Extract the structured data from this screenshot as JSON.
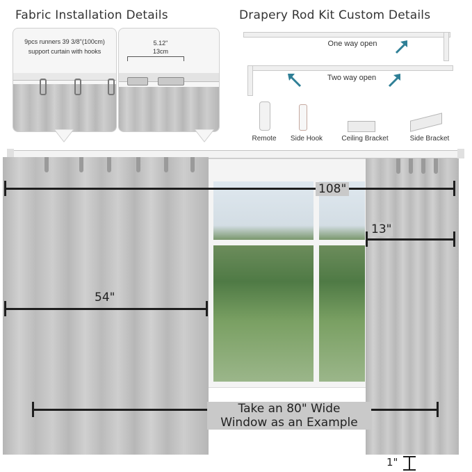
{
  "headers": {
    "left": "Fabric Installation Details",
    "right": "Drapery Rod Kit Custom Details"
  },
  "fabric_panel": {
    "runners_note": "9pcs runners 39 3/8\"(100cm)\nsupport curtain with hooks",
    "spacing_in": "5.12\"",
    "spacing_cm": "13cm"
  },
  "rod_kit": {
    "one_way": "One way open",
    "two_way": "Two way open",
    "accessories": [
      "Remote",
      "Side Hook",
      "Ceiling Bracket",
      "Side Bracket"
    ]
  },
  "dimensions": {
    "rod_width": "108\"",
    "panel_width": "54\"",
    "stack_width": "13\"",
    "floor_gap": "1\"",
    "window_example": "Take an 80\" Wide\nWindow as an Example"
  },
  "colors": {
    "arrow": "#2f7f96",
    "curtain": "#c4c4c4",
    "measure": "#1e1e1e"
  }
}
